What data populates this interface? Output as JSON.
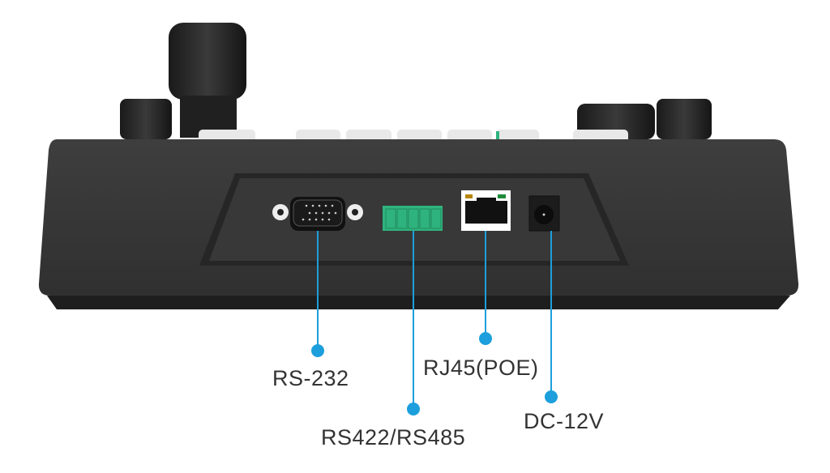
{
  "colors": {
    "accent": "#1c9fdc",
    "body": "#3a3a3a",
    "terminal": "#2fb37e"
  },
  "ports": [
    {
      "label": "RS-232",
      "icon": "db9-connector-icon"
    },
    {
      "label": "RS422/RS485",
      "icon": "terminal-block-icon"
    },
    {
      "label": "RJ45(POE)",
      "icon": "ethernet-port-icon"
    },
    {
      "label": "DC-12V",
      "icon": "dc-jack-icon"
    }
  ]
}
